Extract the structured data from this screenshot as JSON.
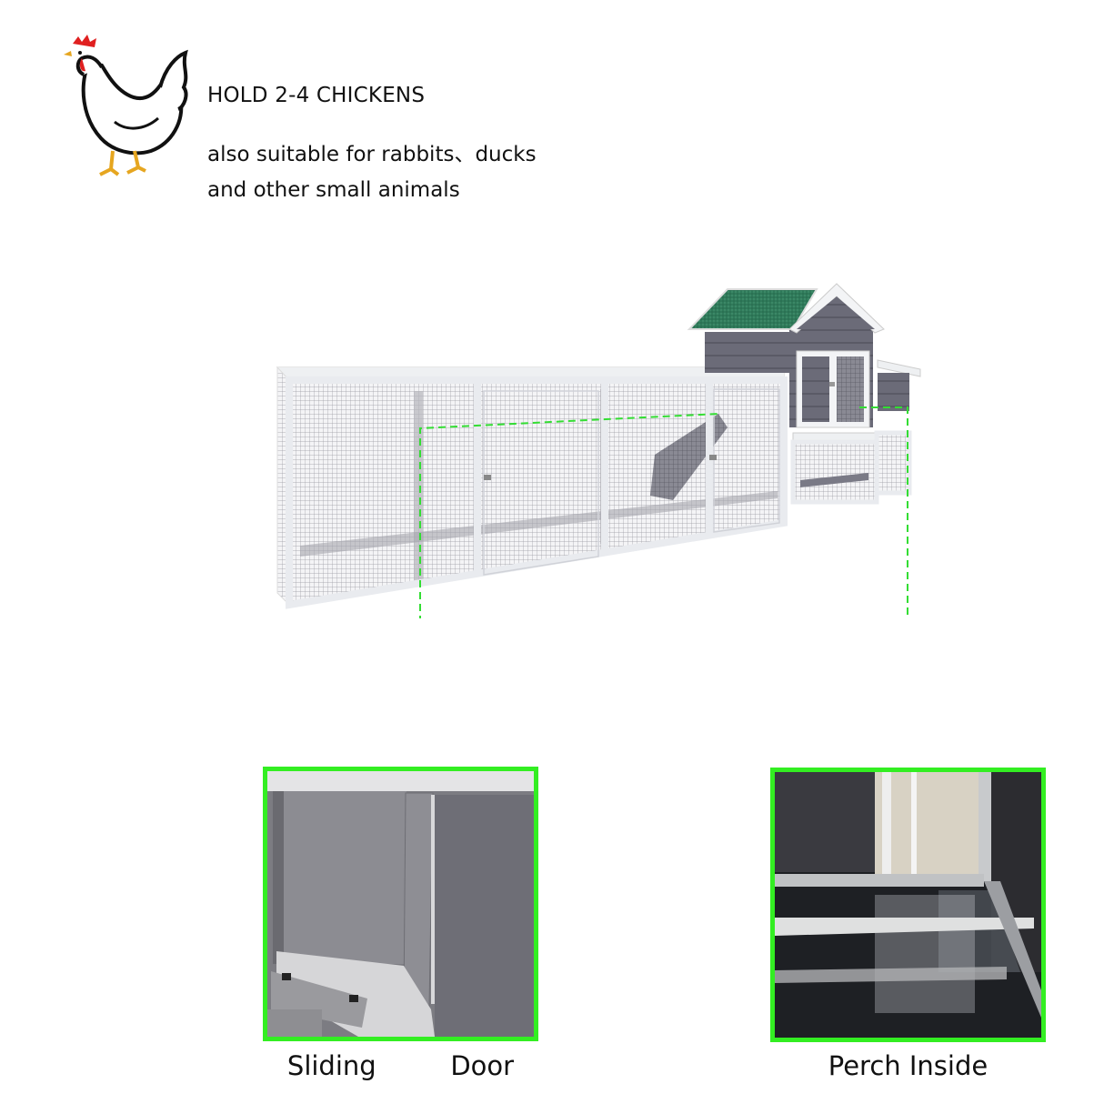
{
  "header": {
    "icon": "chicken-illustration",
    "title": "HOLD 2-4 CHICKENS",
    "subtitle_line1": "also suitable for rabbits、ducks",
    "subtitle_line2": "and other small animals"
  },
  "product": {
    "image": "chicken-coop-with-run",
    "roof_color": "#2f7a5a",
    "panel_color": "#6b6b78",
    "frame_color": "#f1f2f4",
    "callout_line_color": "#33dd33"
  },
  "features": [
    {
      "image": "sliding-door-closeup",
      "caption": "Sliding Door",
      "caption_display": "Sliding   Door",
      "border_color": "#33ee22"
    },
    {
      "image": "perch-inside-closeup",
      "caption": "Perch Inside",
      "border_color": "#33ee22"
    }
  ]
}
